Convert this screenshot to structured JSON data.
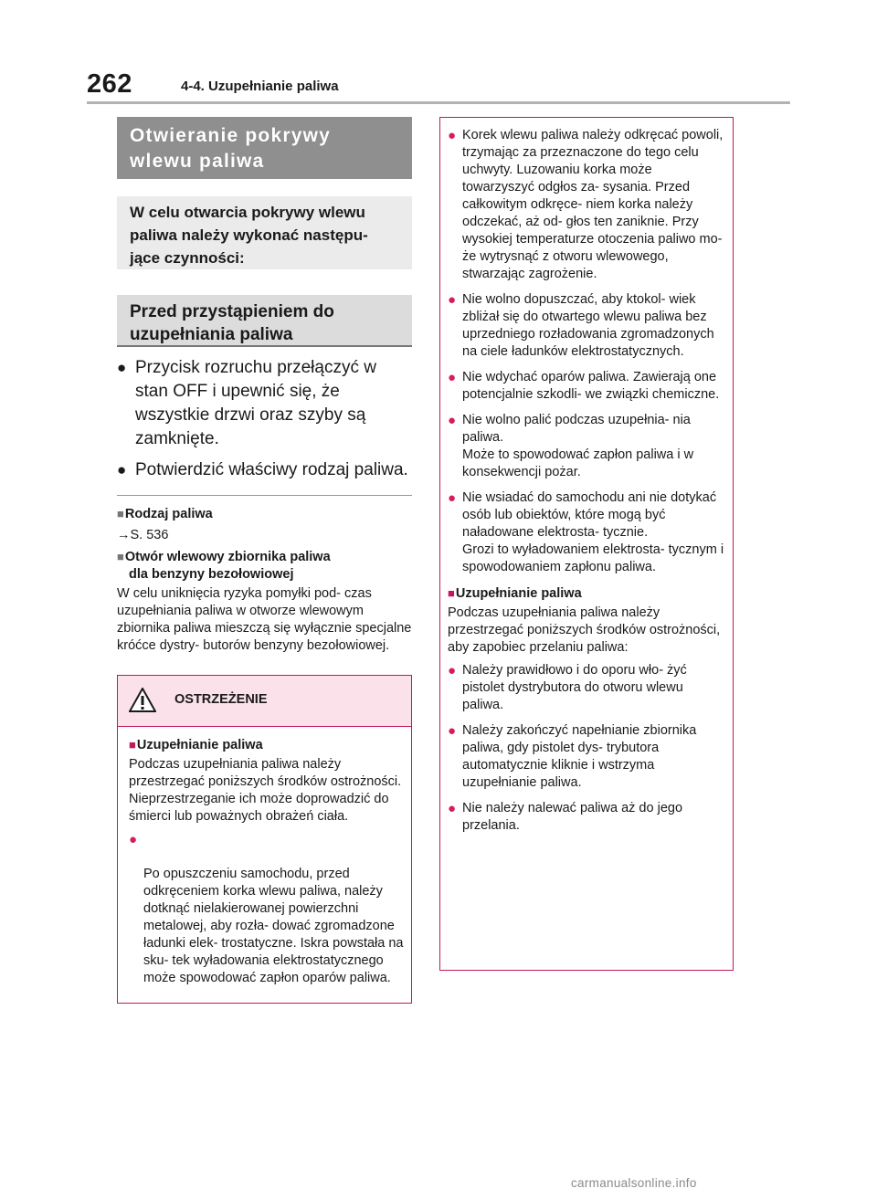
{
  "header": {
    "page_number": "262",
    "section": "4-4. Uzupełnianie paliwa"
  },
  "left": {
    "title": "Otwieranie pokrywy wlewu paliwa",
    "intro": "W celu otwarcia pokrywy wlewu paliwa należy wykonać następu- jące czynności:",
    "before_heading": "Przed przystąpieniem do uzupełniania paliwa",
    "steps": [
      "Przycisk rozruchu przełączyć w stan OFF i upewnić się, że wszystkie drzwi oraz szyby są zamknięte.",
      "Potwierdzić właściwy rodzaj paliwa."
    ],
    "fuel_type": {
      "heading": "Rodzaj paliwa",
      "ref": "→S. 536"
    },
    "filler": {
      "heading_line1": "Otwór wlewowy zbiornika paliwa",
      "heading_line2": "dla benzyny bezołowiowej",
      "text": "W celu uniknięcia ryzyka pomyłki pod- czas uzupełniania paliwa w otworze wlewowym zbiornika paliwa mieszczą się wyłącznie specjalne króćce dystry- butorów benzyny bezołowiowej."
    }
  },
  "warning": {
    "title": "OSTRZEŻENIE",
    "heading": "Uzupełnianie paliwa",
    "intro": "Podczas uzupełniania paliwa należy przestrzegać poniższych środków ostrożności. Nieprzestrzeganie ich może doprowadzić do śmierci lub poważnych obrażeń ciała.",
    "items": [
      "Po opuszczeniu samochodu, przed odkręceniem korka wlewu paliwa, należy dotknąć nielakierowanej powierzchni metalowej, aby rozła- dować zgromadzone ładunki elek- trostatyczne. Iskra powstała na sku- tek wyładowania elektrostatycznego może spowodować zapłon oparów paliwa."
    ]
  },
  "right": {
    "items": [
      "Korek wlewu paliwa należy odkręcać powoli, trzymając za przeznaczone do tego celu uchwyty. Luzowaniu korka może towarzyszyć odgłos za- sysania. Przed całkowitym odkręce- niem korka należy odczekać, aż od- głos ten zaniknie. Przy wysokiej temperaturze otoczenia paliwo mo- że wytrysnąć z otworu wlewowego, stwarzając zagrożenie.",
      "Nie wolno dopuszczać, aby ktokol- wiek zbliżał się do otwartego wlewu paliwa bez uprzedniego rozładowania zgromadzonych na ciele ładunków elektrostatycznych.",
      "Nie wdychać oparów paliwa. Zawierają one potencjalnie szkodli- we związki chemiczne.",
      "Nie wolno palić podczas uzupełnia- nia paliwa.\nMoże to spowodować zapłon paliwa i w konsekwencji pożar.",
      "Nie wsiadać do samochodu ani nie dotykać osób lub obiektów, które mogą być naładowane elektrosta- tycznie.\nGrozi to wyładowaniem elektrosta- tycznym i spowodowaniem zapłonu paliwa."
    ],
    "refuel": {
      "heading": "Uzupełnianie paliwa",
      "intro": "Podczas uzupełniania paliwa należy przestrzegać poniższych środków ostrożności, aby zapobiec przelaniu paliwa:",
      "items": [
        "Należy prawidłowo i do oporu wło- żyć pistolet dystrybutora do otworu wlewu paliwa.",
        "Należy zakończyć napełnianie zbiornika paliwa, gdy pistolet dys- trybutora automatycznie kliknie i wstrzyma uzupełnianie paliwa.",
        "Nie należy nalewać paliwa aż do jego przelania."
      ]
    }
  },
  "watermark": "carmanualsonline.info",
  "colors": {
    "accent": "#c2185b",
    "bullet": "#d81b60",
    "title_bg": "#8f8f8f"
  }
}
